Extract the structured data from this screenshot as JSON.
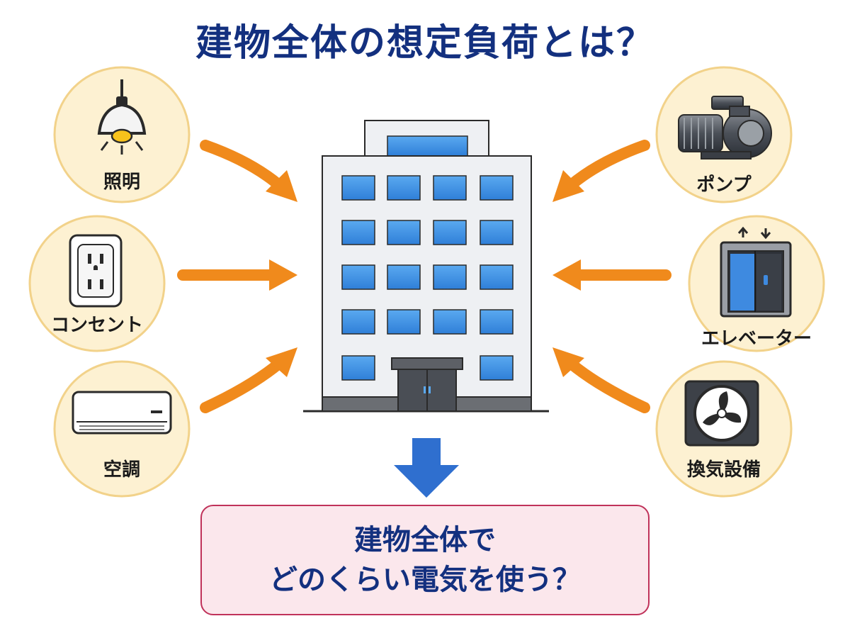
{
  "title": "建物全体の想定負荷とは？",
  "loads_left": [
    {
      "label": "照明",
      "icon": "ceiling-lamp-icon"
    },
    {
      "label": "コンセント",
      "icon": "power-outlet-icon"
    },
    {
      "label": "空調",
      "icon": "air-conditioner-icon"
    }
  ],
  "loads_right": [
    {
      "label": "ポンプ",
      "icon": "pump-icon"
    },
    {
      "label": "エレベーター",
      "icon": "elevator-icon"
    },
    {
      "label": "換気設備",
      "icon": "ventilation-fan-icon"
    }
  ],
  "center": {
    "icon": "office-building-icon"
  },
  "result": {
    "line1": "建物全体で",
    "line2": "どのくらい電気を使う？"
  },
  "colors": {
    "title": "#13307f",
    "arrow": "#f08a1c",
    "down_arrow": "#2f6fcf",
    "circle_fill": "#fdf1d2",
    "circle_stroke": "#f2d28a",
    "box_fill": "#fbe7ec",
    "box_border": "#c0325a"
  }
}
